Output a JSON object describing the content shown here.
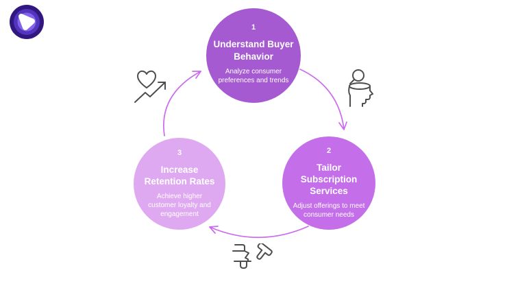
{
  "logo": {
    "name": "brand-logo",
    "outer_color": "#31177f",
    "mid_color": "#5135bd",
    "inner_color": "#8463ea",
    "mark_color": "#ffffff"
  },
  "diagram": {
    "type": "cycle",
    "arrow_color": "#cb69ef",
    "icon_color": "#4d4d4d",
    "steps": [
      {
        "number": "1",
        "title": "Understand Buyer Behavior",
        "description": "Analyze consumer preferences and trends",
        "color": "#a55ad1"
      },
      {
        "number": "2",
        "title": "Tailor Subscription Services",
        "description": "Adjust offerings to meet consumer needs",
        "color": "#c46ee9"
      },
      {
        "number": "3",
        "title": "Increase Retention Rates",
        "description": "Achieve higher customer loyalty and engagement",
        "color": "#dfa9f1"
      }
    ],
    "icons": [
      {
        "name": "heart-growth-icon"
      },
      {
        "name": "consumer-insight-icon"
      },
      {
        "name": "crafting-tools-icon"
      }
    ]
  }
}
